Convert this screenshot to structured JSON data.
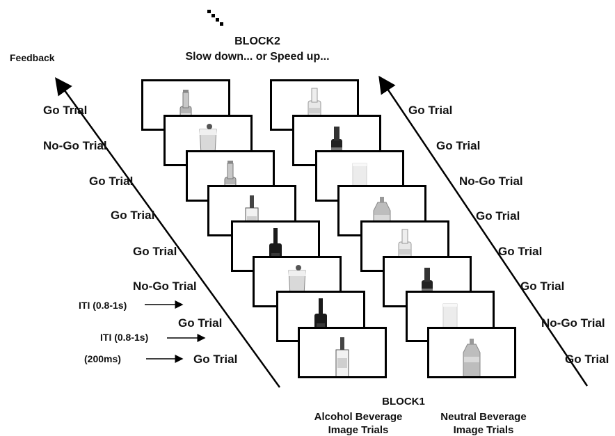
{
  "header": {
    "block2": "BLOCK2",
    "block2_subtitle": "Slow down... or Speed up...",
    "feedback": "Feedback"
  },
  "left_labels": [
    "Go Trial",
    "No-Go Trial",
    "Go Trial",
    "Go Trial",
    "Go Trial",
    "No-Go Trial",
    "Go Trial",
    "Go Trial"
  ],
  "right_labels": [
    "Go Trial",
    "Go Trial",
    "No-Go Trial",
    "Go Trial",
    "Go Trial",
    "Go Trial",
    "No-Go Trial",
    "Go Trial"
  ],
  "timing": {
    "iti_1": "ITI (0.8-1s)",
    "iti_2": "ITI (0.8-1s)",
    "stim": "(200ms)"
  },
  "footer": {
    "block1": "BLOCK1",
    "alcohol_line1": "Alcohol Beverage",
    "alcohol_line2": "Image Trials",
    "neutral_line1": "Neutral Beverage",
    "neutral_line2": "Image Trials"
  },
  "alcohol_images": [
    "beer-bottle",
    "beer-glass",
    "beer-bottle",
    "spirits-bottle",
    "wine-bottle",
    "beer-glass",
    "wine-bottle",
    "spirits-bottle"
  ],
  "neutral_images": [
    "soda-bottle",
    "cola-bottle",
    "milk-glass",
    "water-bottle",
    "soda-bottle",
    "cola-bottle",
    "milk-glass",
    "water-bottle"
  ]
}
